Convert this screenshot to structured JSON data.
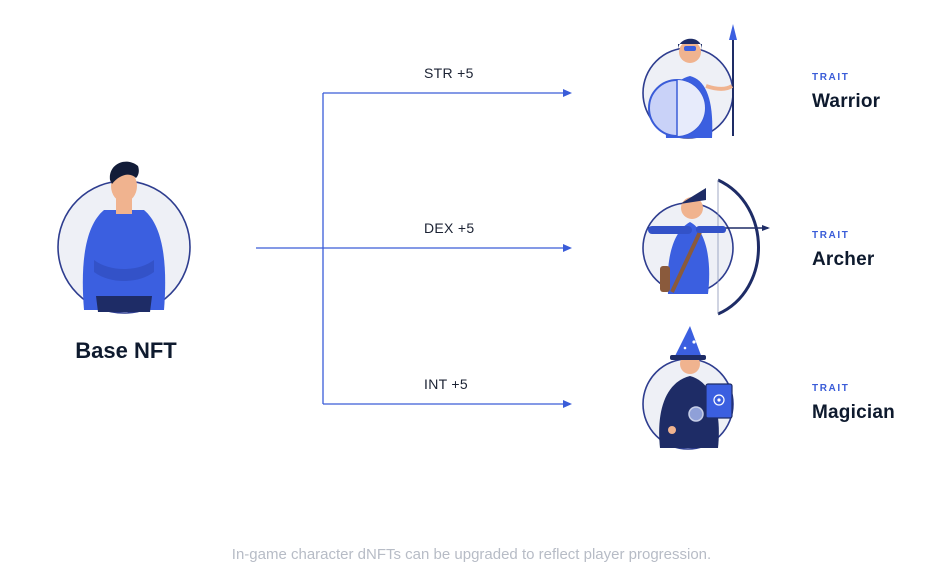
{
  "base": {
    "label": "Base NFT"
  },
  "branches": [
    {
      "stat": "STR +5",
      "kicker": "TRAIT",
      "name": "Warrior"
    },
    {
      "stat": "DEX +5",
      "kicker": "TRAIT",
      "name": "Archer"
    },
    {
      "stat": "INT +5",
      "kicker": "TRAIT",
      "name": "Magician"
    }
  ],
  "caption": "In-game character dNFTs can be upgraded to reflect player progression.",
  "colors": {
    "line": "#3a5cd8",
    "accent": "#3a5cd8",
    "figure_blue": "#3b5fe0",
    "dark_navy": "#1e2c66",
    "skin": "#f0b38f",
    "circle_fill": "#eef0f6",
    "caption": "#b7bcc6"
  },
  "icons": [
    "base-character-icon",
    "warrior-icon",
    "archer-icon",
    "magician-icon",
    "arrow-head-icon"
  ]
}
